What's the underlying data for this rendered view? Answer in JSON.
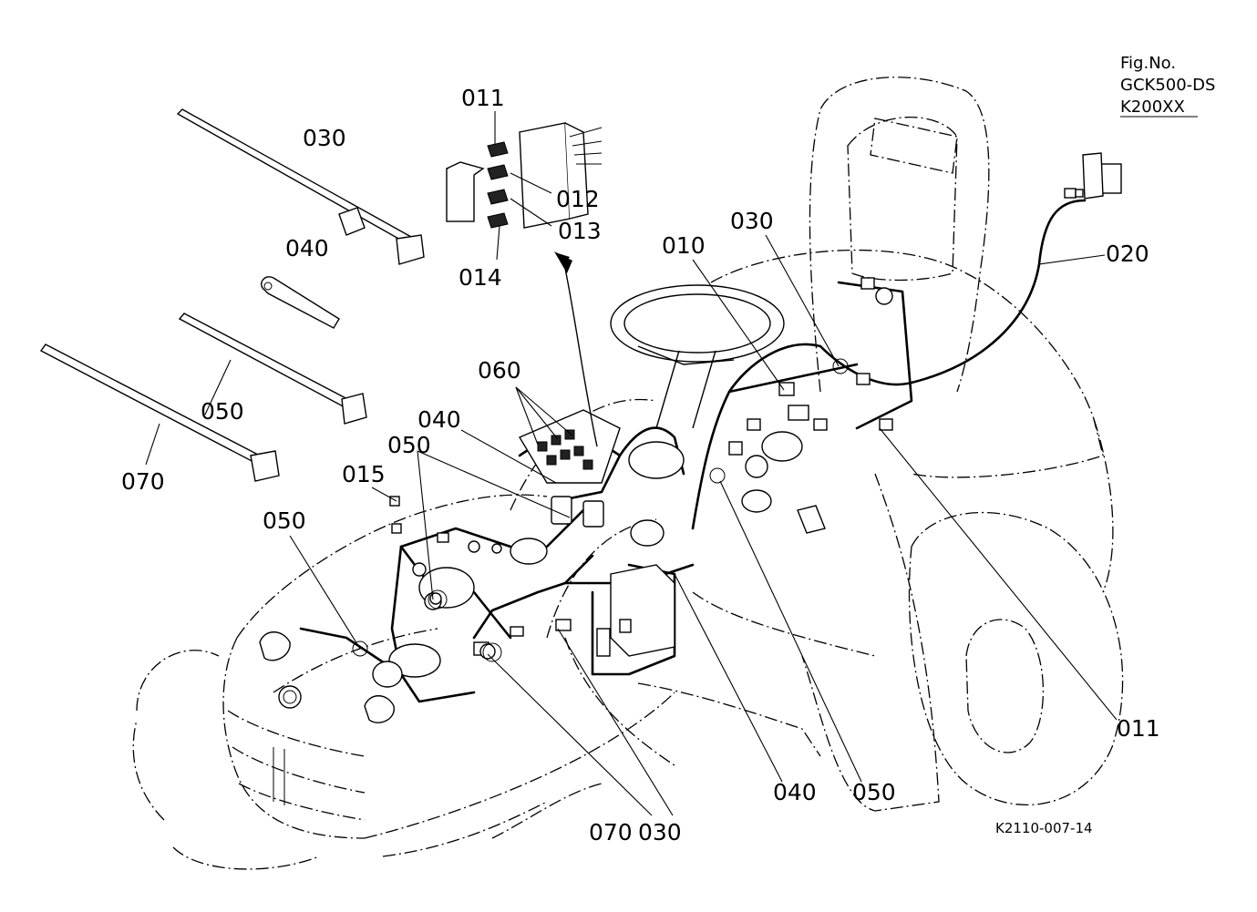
{
  "figure": {
    "fig_no_label": "Fig.No.",
    "fig_code_1": "GCK500-DS",
    "fig_code_2": "K200XX",
    "drawing_number": "K2110-007-14"
  },
  "callouts": {
    "c011_top": "011",
    "c012": "012",
    "c013": "013",
    "c014": "014",
    "c030_tl": "030",
    "c040_tl": "040",
    "c050_tl": "050",
    "c070_tl": "070",
    "c060": "060",
    "c040_mid": "040",
    "c050_mid": "050",
    "c015": "015",
    "c050_left": "050",
    "c010": "010",
    "c030_top": "030",
    "c020": "020",
    "c011_right": "011",
    "c050_bot": "050",
    "c040_bot": "040",
    "c070_bot": "070",
    "c030_bot": "030"
  }
}
